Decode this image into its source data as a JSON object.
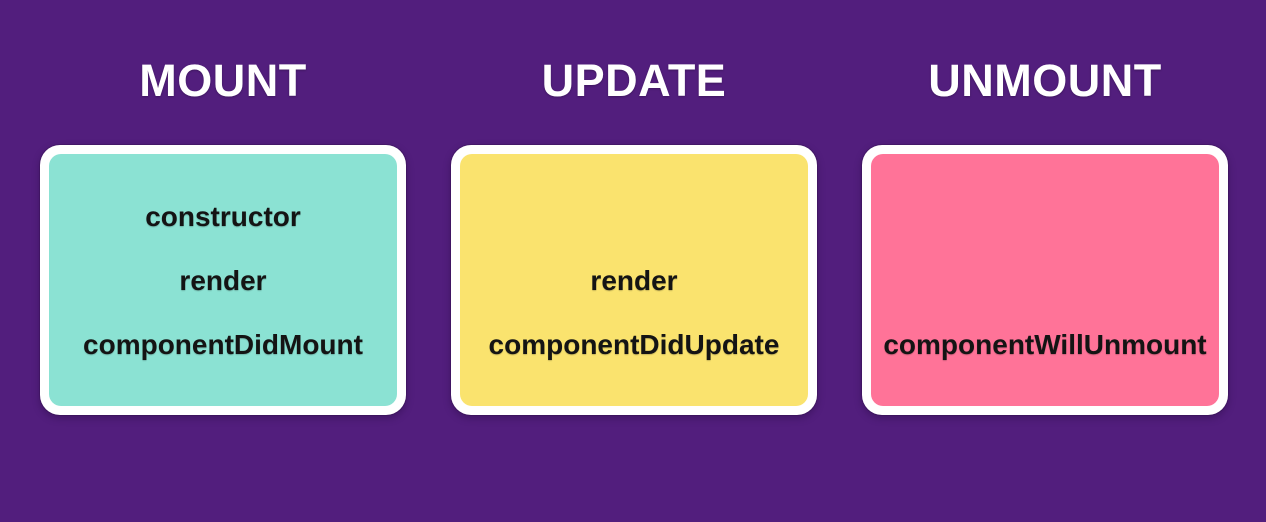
{
  "diagram": {
    "background_color": "#521e7d",
    "heading_color": "#ffffff",
    "method_text_color": "#141414",
    "card_border_color": "#ffffff",
    "columns": [
      {
        "title": "MOUNT",
        "card_color": "#8be2d3",
        "rows": [
          "constructor",
          "render",
          "componentDidMount"
        ]
      },
      {
        "title": "UPDATE",
        "card_color": "#fae36e",
        "rows": [
          "",
          "render",
          "componentDidUpdate"
        ]
      },
      {
        "title": "UNMOUNT",
        "card_color": "#ff7398",
        "rows": [
          "",
          "",
          "componentWillUnmount"
        ]
      }
    ]
  }
}
